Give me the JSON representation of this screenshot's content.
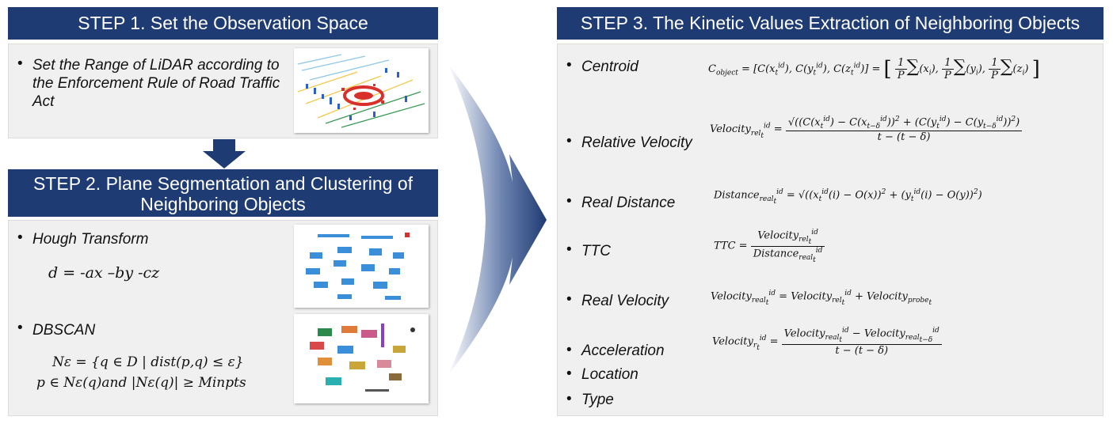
{
  "step1": {
    "title": "STEP 1. Set the Observation Space",
    "items": [
      "Set the Range of LiDAR according to the Enforcement Rule of Road Traffic Act"
    ]
  },
  "step2": {
    "title_line1": "STEP 2. Plane Segmentation and Clustering of",
    "title_line2": "Neighboring Objects",
    "items": [
      "Hough Transform",
      "DBSCAN"
    ],
    "hough_eq": "d = -ax –by -cz",
    "dbscan_eq1": "Nε = {q ∈ D | dist(p,q) ≤ ε}",
    "dbscan_eq2": "p ∈ Nε(q)and |Nε(q)| ≥ Minpts"
  },
  "step3": {
    "title": "STEP 3. The Kinetic Values Extraction of Neighboring Objects",
    "items": [
      "Centroid",
      "Relative Velocity",
      "Real Distance",
      "TTC",
      "Real Velocity",
      "Acceleration",
      "Location",
      "Type"
    ]
  },
  "colors": {
    "header": "#1f3b73",
    "panel": "#f0f0f0",
    "arrow": "#1f3b73"
  },
  "bullet": "•"
}
